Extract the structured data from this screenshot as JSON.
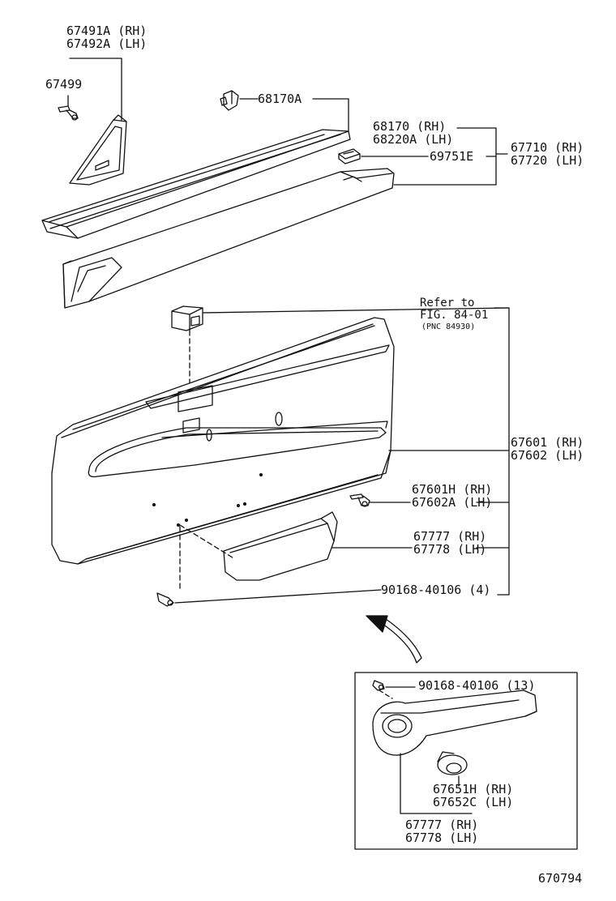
{
  "diagram": {
    "labels": {
      "p67491a": "67491A (RH)",
      "p67492a": "67492A (LH)",
      "p67499": "67499",
      "p68170a": "68170A",
      "p68170": "68170 (RH)",
      "p68220a": "68220A (LH)",
      "p69751e": "69751E",
      "p67710": "67710 (RH)",
      "p67720": "67720 (LH)",
      "ref_line1": "Refer to",
      "ref_line2": "FIG. 84-01",
      "ref_line3": "(PNC 84930)",
      "p67601": "67601 (RH)",
      "p67602": "67602 (LH)",
      "p67601h": "67601H (RH)",
      "p67602a": "67602A (LH)",
      "p67777": "67777 (RH)",
      "p67778": "67778 (LH)",
      "p90168_4": "90168-40106 (4)",
      "p90168_13": "90168-40106 (13)",
      "p67651h": "67651H (RH)",
      "p67652c": "67652C (LH)",
      "p67777b": "67777 (RH)",
      "p67778b": "67778 (LH)",
      "figure_id": "670794"
    }
  }
}
